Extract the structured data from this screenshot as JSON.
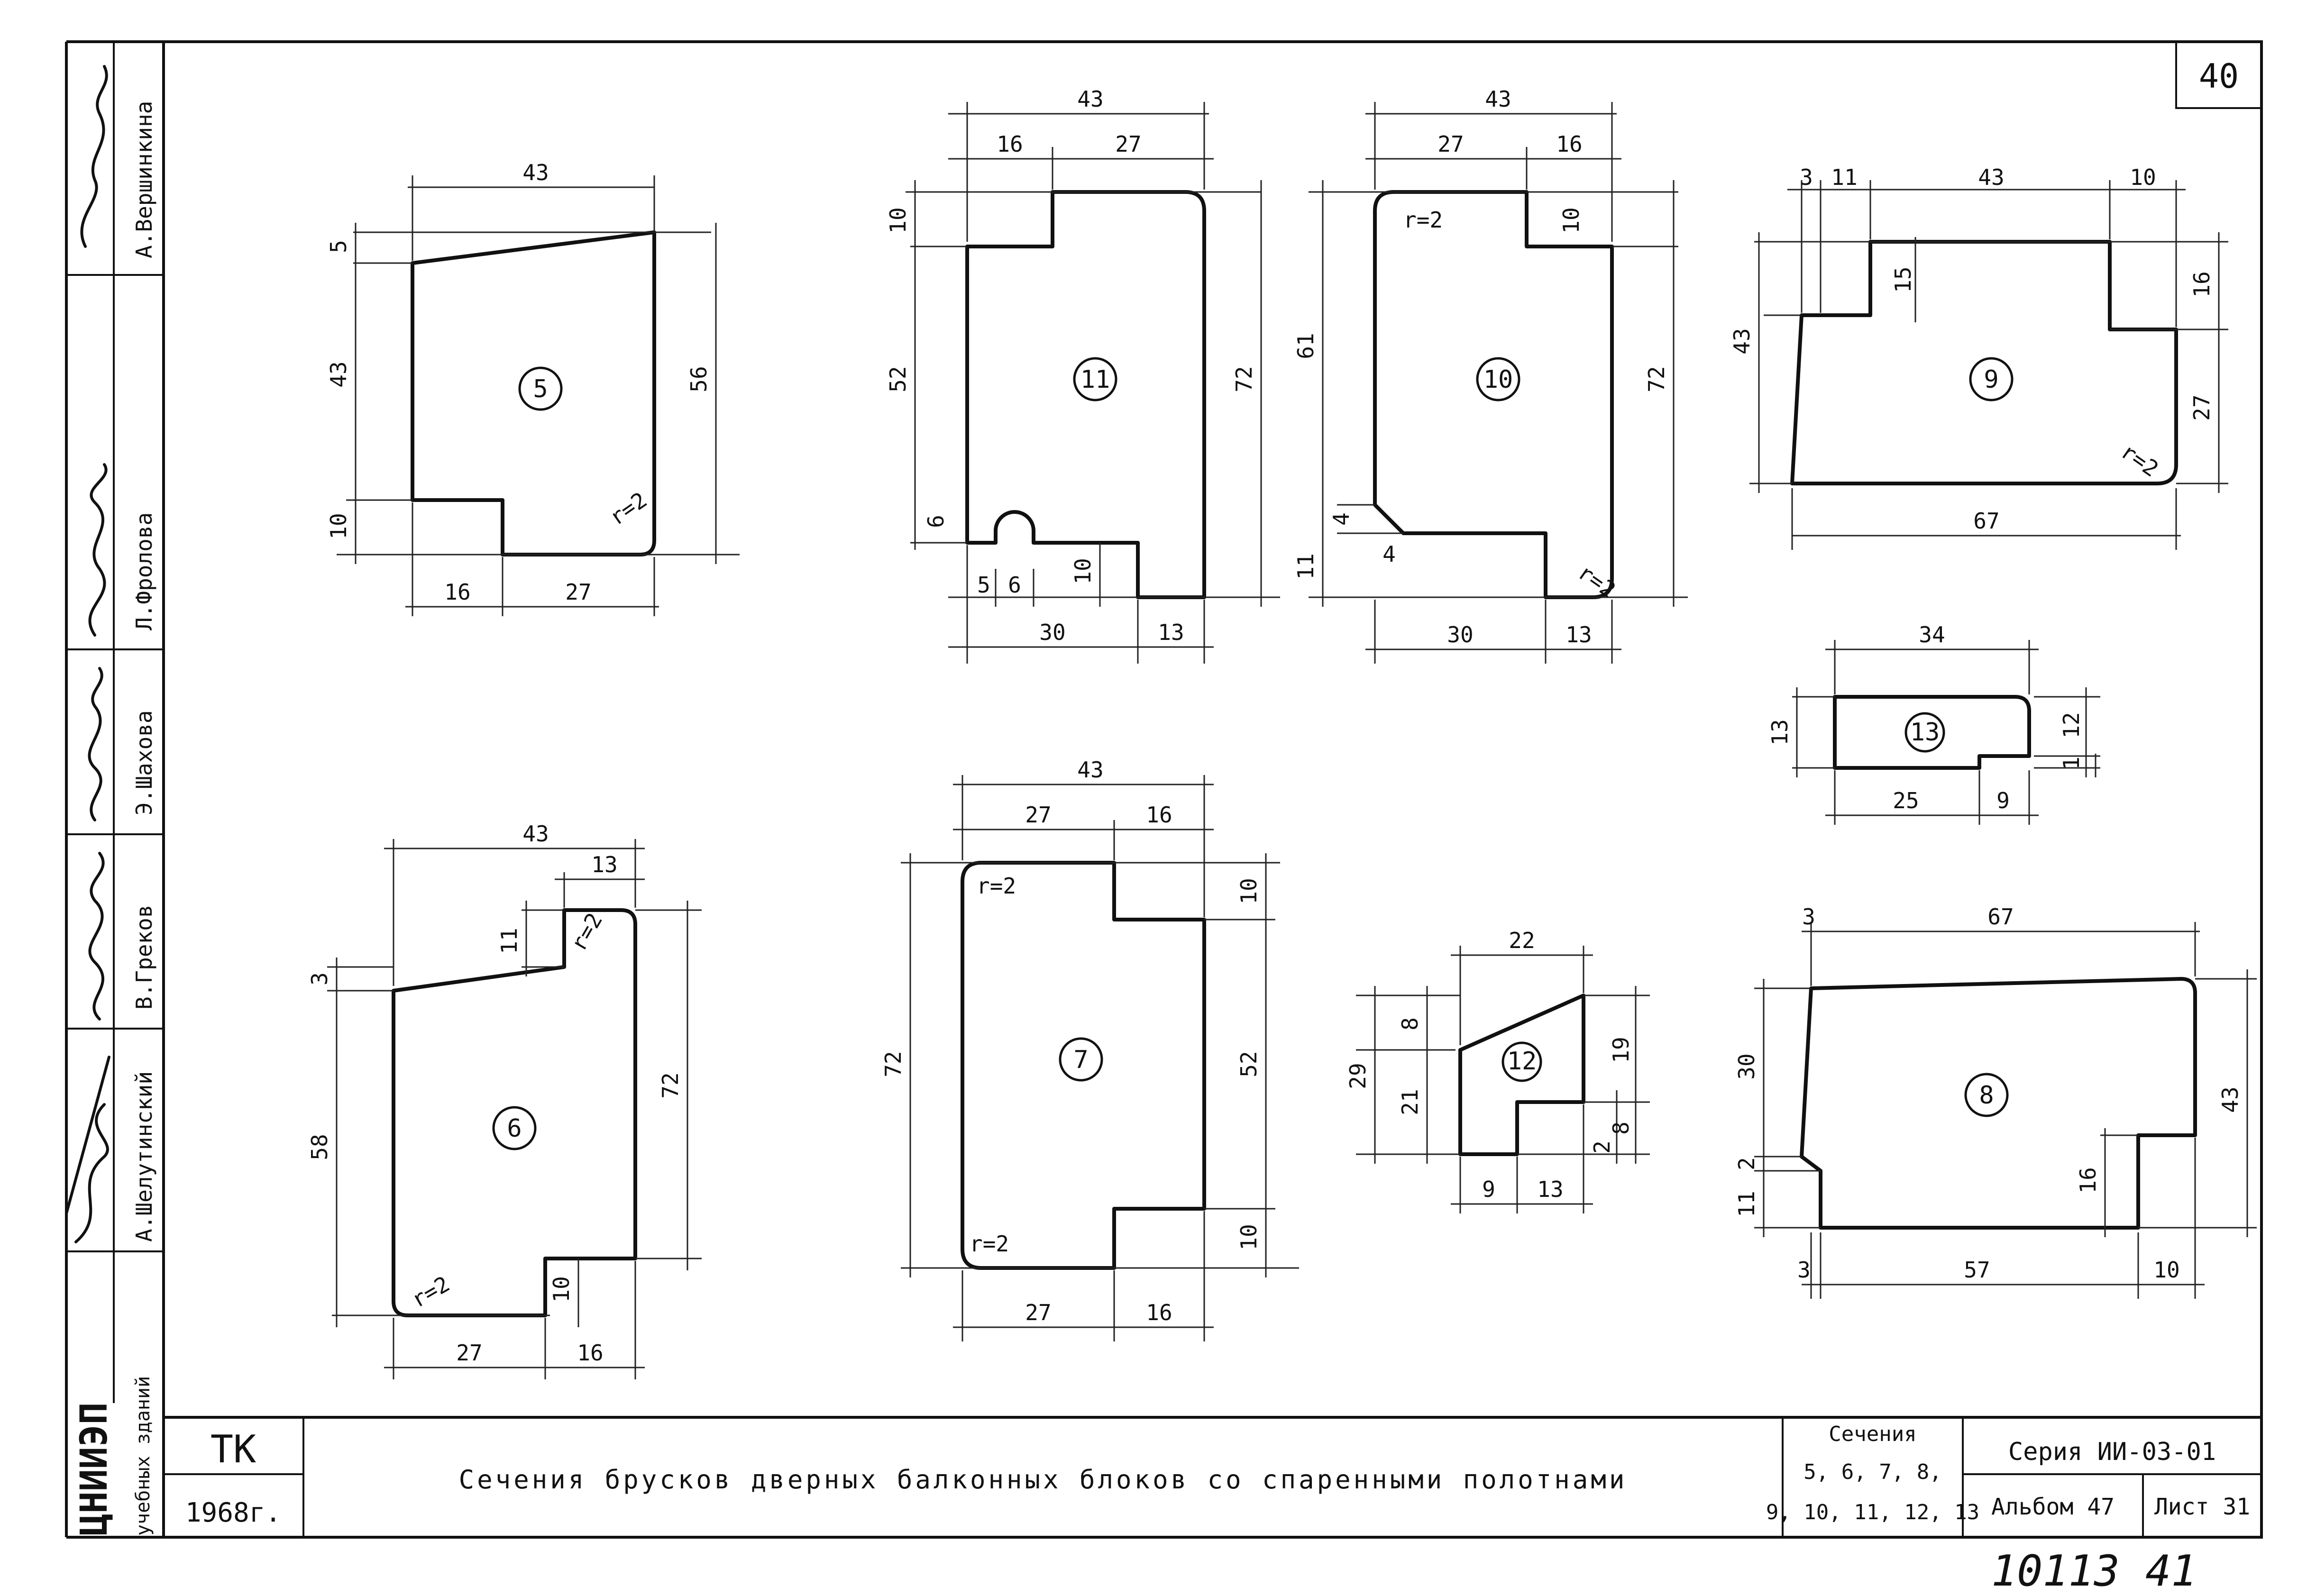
{
  "sheet": {
    "number": "40",
    "title": "Сечения брусков дверных балконных блоков со спаренными полотнами",
    "org_code": "ТК",
    "year": "1968г.",
    "institute": "ЦНИИЭП",
    "institute_sub": "учебных зданий",
    "sections_label": "Сечения",
    "sections_list_1": "5, 6, 7, 8,",
    "sections_list_2": "9, 10, 11, 12, 13",
    "series": "Серия ИИ-03-01",
    "album": "Альбом 47",
    "list": "Лист 31",
    "handwritten_number": "10113 41"
  },
  "signatures": [
    {
      "name": "А.Вершинкина"
    },
    {
      "name": "Л.Фролова"
    },
    {
      "name": "Э.Шахова"
    },
    {
      "name": "В.Греков"
    },
    {
      "name": "А.Шелутинский"
    }
  ],
  "sections": {
    "s5": {
      "label": "5",
      "dims": [
        "43",
        "5",
        "43",
        "10",
        "56",
        "16",
        "27",
        "r=2"
      ]
    },
    "s11": {
      "label": "11",
      "dims": [
        "43",
        "16",
        "27",
        "10",
        "52",
        "6",
        "72",
        "5",
        "6",
        "10",
        "30",
        "13"
      ]
    },
    "s10": {
      "label": "10",
      "dims": [
        "43",
        "27",
        "16",
        "r=2",
        "10",
        "61",
        "72",
        "4",
        "4",
        "11",
        "r=2",
        "30",
        "13"
      ]
    },
    "s9": {
      "label": "9",
      "dims": [
        "3",
        "11",
        "43",
        "10",
        "15",
        "16",
        "43",
        "27",
        "r=2",
        "67"
      ]
    },
    "s13": {
      "label": "13",
      "dims": [
        "34",
        "13",
        "12",
        "1",
        "25",
        "9"
      ]
    },
    "s6": {
      "label": "6",
      "dims": [
        "43",
        "13",
        "11",
        "r=2",
        "3",
        "58",
        "72",
        "r=2",
        "10",
        "27",
        "16"
      ]
    },
    "s7": {
      "label": "7",
      "dims": [
        "43",
        "27",
        "16",
        "r=2",
        "10",
        "72",
        "52",
        "r=2",
        "10",
        "27",
        "16"
      ]
    },
    "s12": {
      "label": "12",
      "dims": [
        "22",
        "8",
        "29",
        "21",
        "19",
        "2",
        "8",
        "9",
        "13"
      ]
    },
    "s8": {
      "label": "8",
      "dims": [
        "3",
        "67",
        "30",
        "43",
        "2",
        "11",
        "16",
        "3",
        "57",
        "10"
      ]
    }
  }
}
